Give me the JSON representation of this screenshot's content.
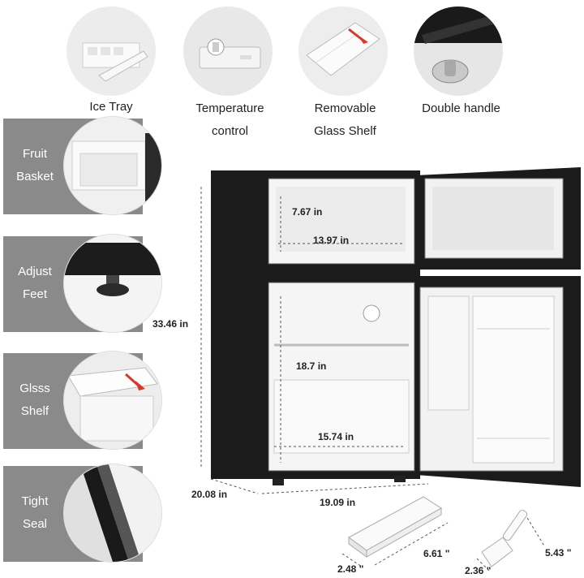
{
  "top_features": [
    {
      "label": "Ice Tray"
    },
    {
      "label_line1": "Temperature",
      "label_line2": "control"
    },
    {
      "label_line1": "Removable",
      "label_line2": "Glass Shelf"
    },
    {
      "label": "Double handle"
    }
  ],
  "side_features": [
    {
      "line1": "Fruit",
      "line2": "Basket"
    },
    {
      "line1": "Adjust",
      "line2": "Feet"
    },
    {
      "line1": "Glsss",
      "line2": "Shelf"
    },
    {
      "line1": "Tight",
      "line2": "Seal"
    }
  ],
  "dimensions": {
    "freezer_height": "7.67 in",
    "freezer_width": "13.97 in",
    "fridge_height": "18.7 in",
    "fridge_width": "15.74 in",
    "total_height": "33.46 in",
    "depth": "20.08 in",
    "width": "19.09 in"
  },
  "accessories": {
    "tray_length": "6.61 \"",
    "tray_width": "2.48 \"",
    "scraper_length": "5.43 \"",
    "scraper_width": "2.36 \""
  }
}
